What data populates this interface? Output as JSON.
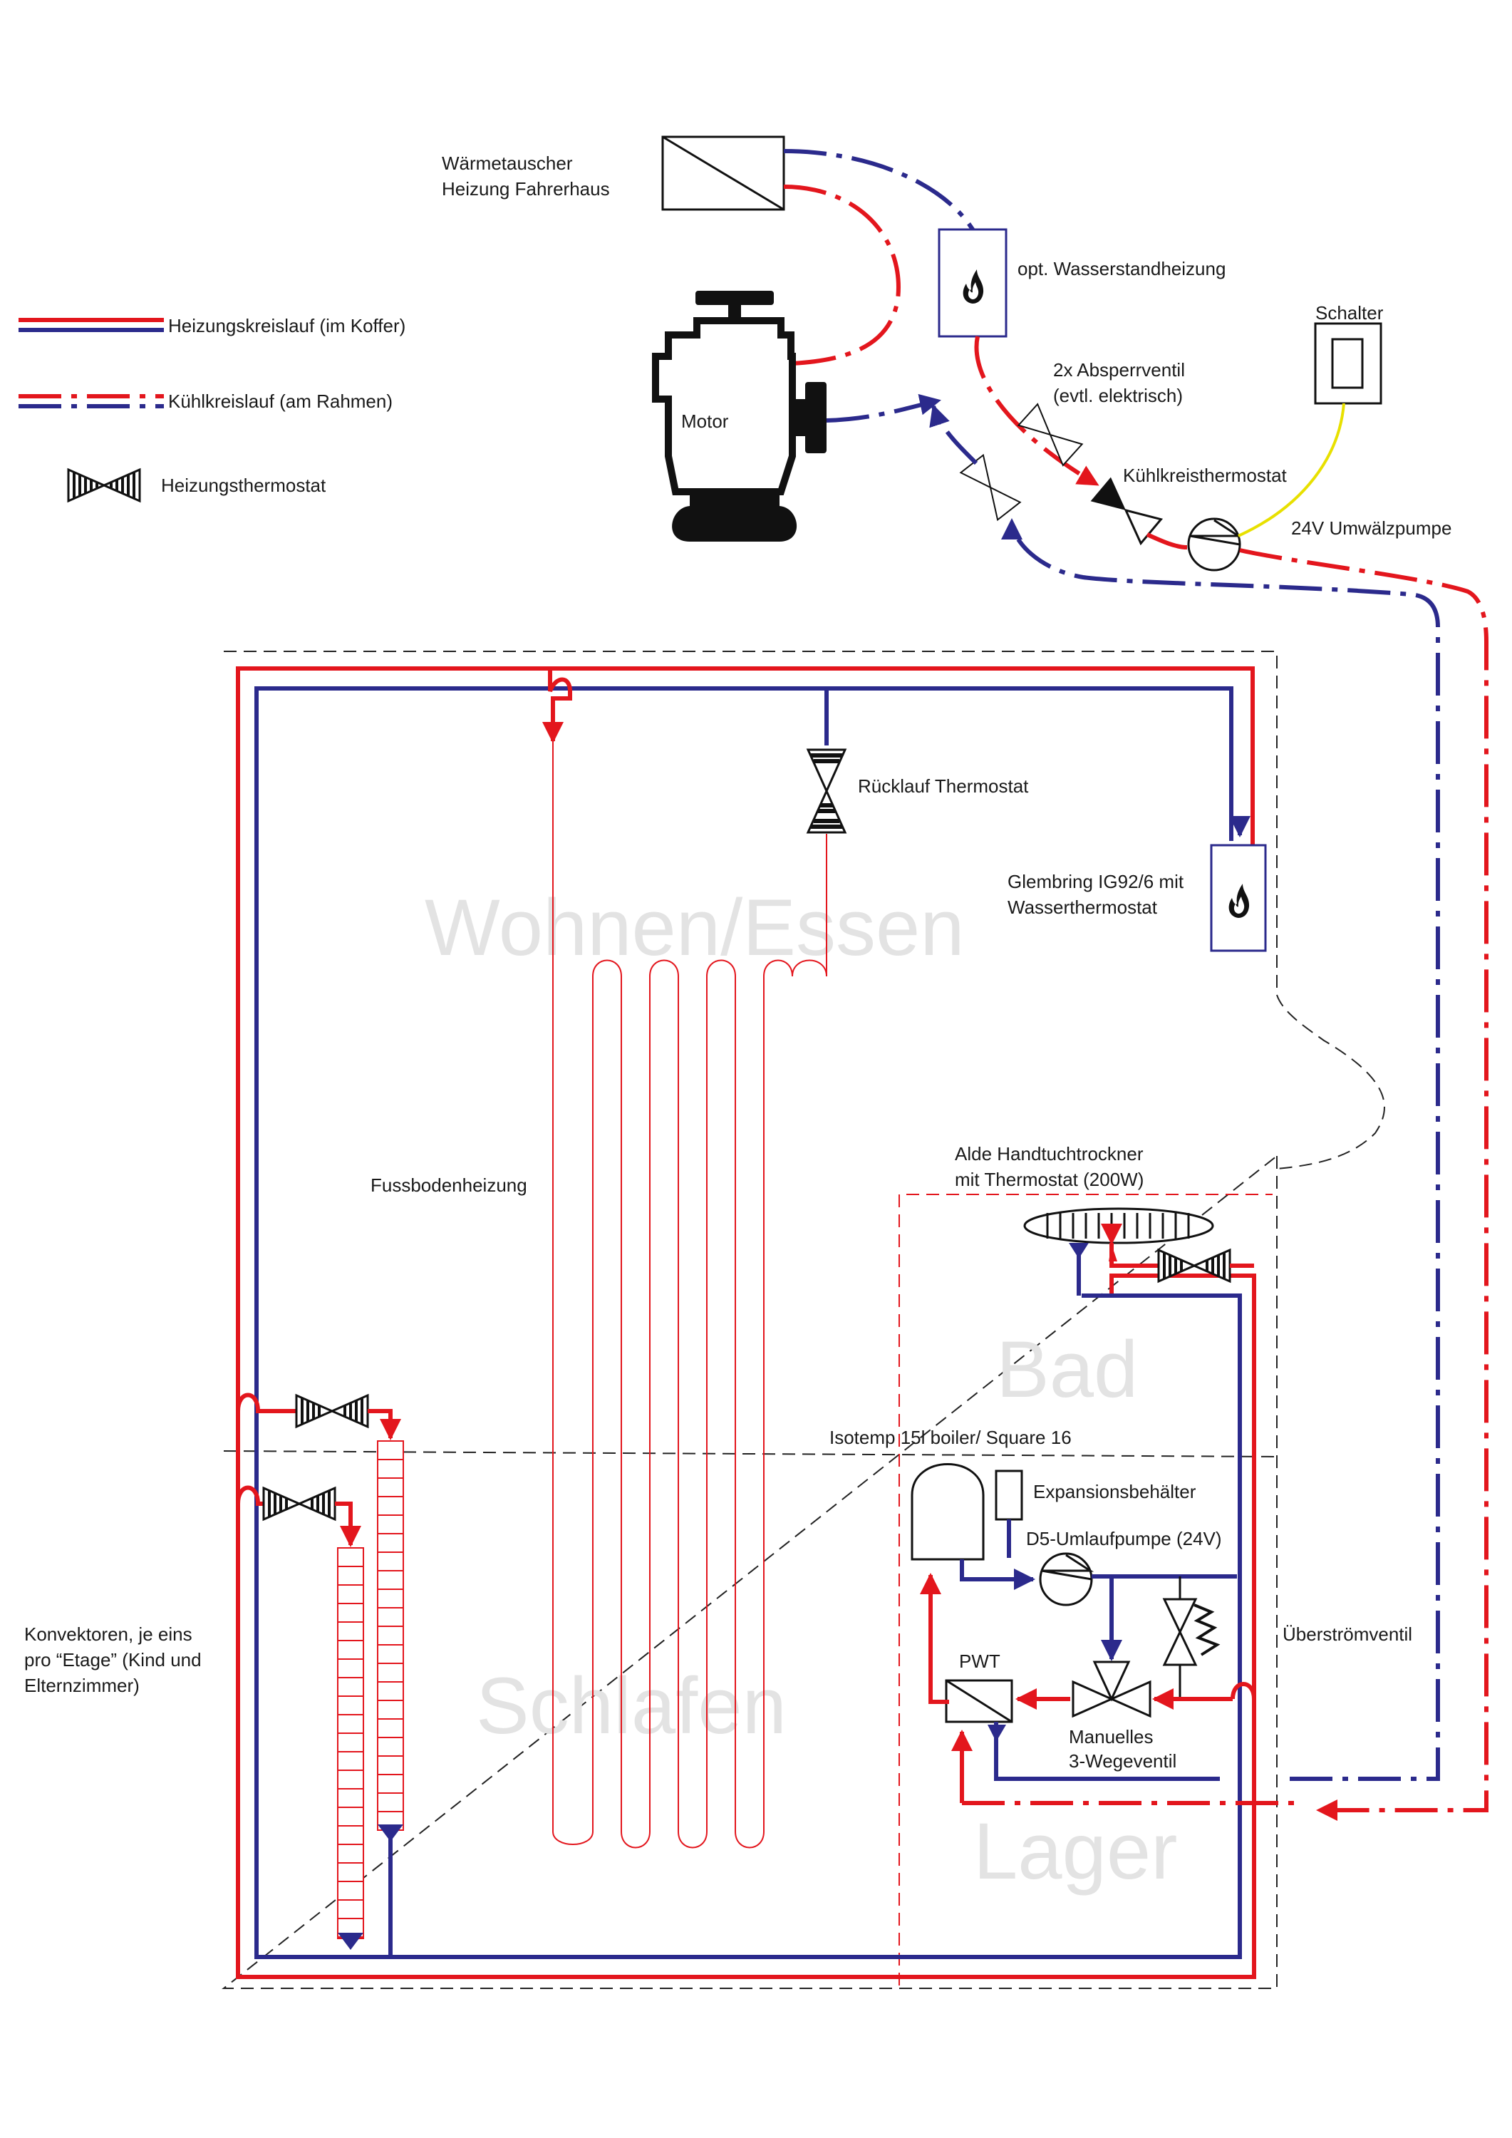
{
  "colors": {
    "heating_supply": "#e3161d",
    "heating_return": "#2b2a8c",
    "control_wire": "#e8e000",
    "room_label": "#e3e3e3"
  },
  "legend": {
    "heating_circuit": "Heizungskreislauf (im Koffer)",
    "cooling_circuit": "Kühlkreislauf (am Rahmen)",
    "heating_thermostat": "Heizungsthermostat"
  },
  "labels": {
    "heat_exchanger_line1": "Wärmetauscher",
    "heat_exchanger_line2": "Heizung Fahrerhaus",
    "engine": "Motor",
    "water_heater": "opt. Wasserstandheizung",
    "shutoff_line1": "2x Absperrventil",
    "shutoff_line2": "(evtl. elektrisch)",
    "cooling_thermostat": "Kühlkreisthermostat",
    "switch": "Schalter",
    "pump_24v": "24V Umwälzpumpe",
    "return_thermostat": "Rücklauf Thermostat",
    "glembring_line1": "Glembring IG92/6 mit",
    "glembring_line2": "Wasserthermostat",
    "floor_heating": "Fussbodenheizung",
    "towel_dryer_line1": "Alde Handtuchtrockner",
    "towel_dryer_line2": "mit Thermostat (200W)",
    "boiler": "Isotemp 15l boiler/ Square 16",
    "expansion_tank": "Expansionsbehälter",
    "d5_pump": "D5-Umlaufpumpe (24V)",
    "convectors_line1": "Konvektoren, je eins",
    "convectors_line2": "pro “Etage” (Kind und",
    "convectors_line3": "Elternzimmer)",
    "plate_exchanger": "PWT",
    "mixing_valve_line1": "Manuelles",
    "mixing_valve_line2": "3-Wegeventil",
    "overflow_valve": "Überströmventil"
  },
  "rooms": {
    "living": "Wohnen/Essen",
    "bath": "Bad",
    "sleeping": "Schlafen",
    "storage": "Lager"
  },
  "icons": {
    "heater": "flame-icon",
    "pump": "pump-icon",
    "thermostat": "bowtie-valve-icon"
  }
}
